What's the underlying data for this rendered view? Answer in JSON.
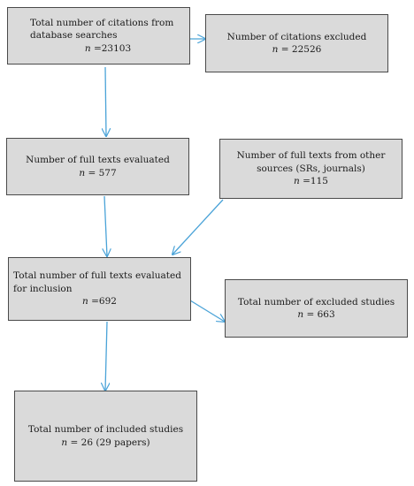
{
  "boxes": {
    "citations_searched": {
      "label": "Total number of citations from database searches",
      "n_prefix": "n",
      "n_value": " =23103"
    },
    "citations_excluded": {
      "label": "Number of citations excluded",
      "n_prefix": "n",
      "n_value": " = 22526"
    },
    "full_texts_evaluated": {
      "label": "Number of full texts evaluated",
      "n_prefix": "n",
      "n_value": " = 577"
    },
    "full_texts_other": {
      "label": "Number of full texts from other sources (SRs, journals)",
      "n_prefix": "n",
      "n_value": " =115"
    },
    "full_texts_for_inclusion": {
      "label": "Total number of full texts evaluated for inclusion",
      "n_prefix": "n",
      "n_value": " =692"
    },
    "excluded_studies": {
      "label": "Total number of excluded studies",
      "n_prefix": "n",
      "n_value": " = 663"
    },
    "included_studies": {
      "label": "Total number of included studies",
      "n_prefix": "n",
      "n_value": " = 26 (29 papers)"
    }
  },
  "colors": {
    "box_fill": "#dadada",
    "box_border": "#4a4a4a",
    "arrow": "#4aa3d8"
  }
}
